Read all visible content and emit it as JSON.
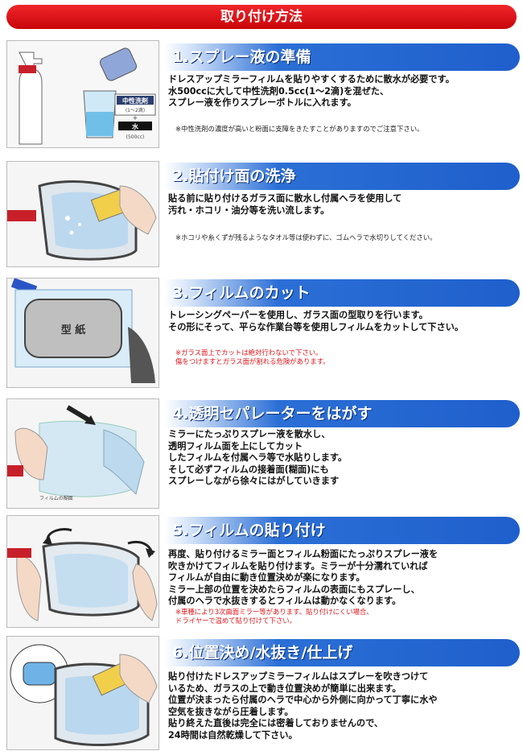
{
  "page_title": "取り付け方法",
  "sections": [
    {
      "heading": "1.スプレー液の準備",
      "lines": [
        "ドレスアップミラーフィルムを貼りやすくするために散水が必要です。",
        "水500ccに大して中性洗剤0.5cc(1〜2滴)を混ぜた、",
        "スプレー液を作りスプレーボトルに入れます。"
      ],
      "notes": [
        "※中性洗剤の濃度が高いと粉面に支障をきたすことがありますのでご注意下さい。"
      ],
      "note_color": "black",
      "illus_labels": {
        "detergent": "中性洗剤",
        "detergent_amount": "(1〜2滴)",
        "plus": "+",
        "water": "水",
        "water_amount": "(500cc)"
      }
    },
    {
      "heading": "2.貼付け面の洗浄",
      "lines": [
        "貼る前に貼り付けるガラス面に散水し付属ヘラを使用して",
        "汚れ・ホコリ・油分等を洗い流します。"
      ],
      "notes": [
        "※ホコリや糸くずが残るようなタオル等は使わずに、ゴムヘラで水切りしてください。"
      ],
      "note_color": "black"
    },
    {
      "heading": "3.フィルムのカット",
      "lines": [
        "トレーシングペーパーを使用し、ガラス面の型取りを行います。",
        "その形にそって、平らな作業台等を使用しフィルムをカットして下さい。"
      ],
      "notes": [
        "※ガラス面上でカットは絶対行わないで下さい。",
        "傷をつけますとガラス面が割れる危険があります。"
      ],
      "note_color": "red",
      "illus_labels": {
        "template": "型 紙"
      }
    },
    {
      "heading": "4.透明セパレーターをはがす",
      "lines": [
        "ミラーにたっぷりスプレー液を散水し、",
        "透明フィルム面を上にしてカット",
        "したフィルムを付属ヘラ等で水貼りします。",
        "そして必ずフィルムの接着面(糊面)にも",
        "スプレーしながら徐々にはがしていきます"
      ],
      "notes": [],
      "illus_labels": {
        "film_back": "フィルムの糊面"
      }
    },
    {
      "heading": "5.フィルムの貼り付け",
      "lines": [
        "再度、貼り付けるミラー面とフィルム粉面にたっぷりスプレー液を",
        "吹きかけてフィルムを貼り付けます。ミラーが十分濡れていれば",
        "フィルムが自由に動き位置決めが楽になります。",
        "ミラー上部の位置を決めたらフィルムの表面にもスプレーし、",
        "付属のヘラで水抜きするとフィルムは動かなくなります。"
      ],
      "notes": [
        "※車種により3次曲面ミラー等があります。貼り付けにくい場合、",
        "ドライヤーで温めて貼り付けて下さい。"
      ],
      "note_color": "red"
    },
    {
      "heading": "6.位置決め/水抜き/仕上げ",
      "lines": [
        "貼り付けたドレスアップミラーフィルムはスプレーを吹きつけて",
        "いるため、ガラスの上で動き位置決めが簡単に出来ます。",
        "位置が決まったら付属のヘラで中心から外側に向かって丁寧に水や",
        "空気を抜きながら圧着します。",
        "貼り終えた直後は完全には密着しておりませんので、",
        "24時間は自然乾燥して下さい。"
      ],
      "notes": []
    }
  ],
  "colors": {
    "title_red": "#e0141a",
    "heading_blue": "#1f5fcc",
    "note_red": "#e0141a"
  }
}
